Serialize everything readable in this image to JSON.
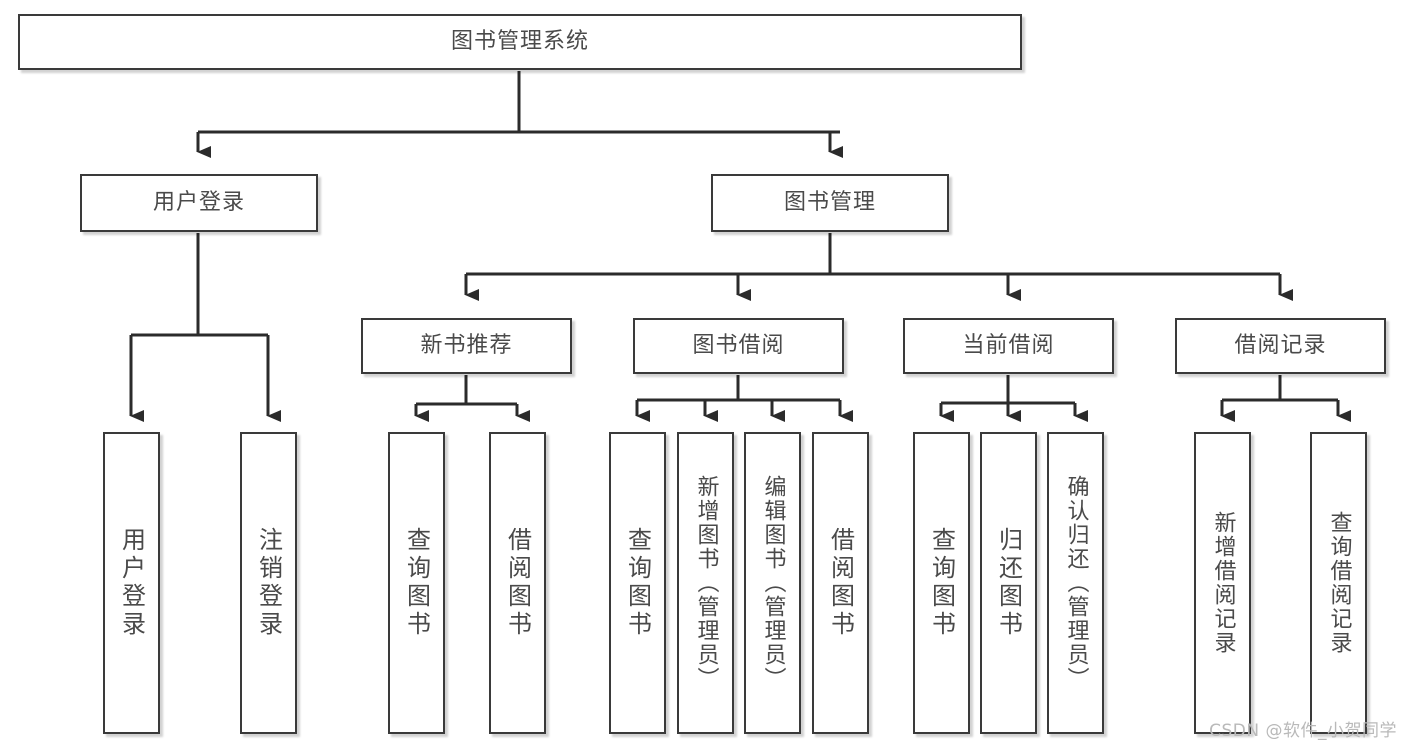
{
  "diagram": {
    "title": "图书管理系统",
    "type": "tree",
    "watermark": "CSDN @软件_小贺同学",
    "colors": {
      "background": "#ffffff",
      "box_border": "#3a3a3a",
      "box_fill": "#ffffff",
      "text": "#4a4a4a",
      "connector": "#2b2b2b",
      "watermark": "#b9b9b9"
    },
    "root": {
      "label": "图书管理系统"
    },
    "level2": [
      {
        "id": "user-login",
        "label": "用户登录"
      },
      {
        "id": "book-manage",
        "label": "图书管理"
      }
    ],
    "level3": [
      {
        "id": "new-book-rec",
        "label": "新书推荐",
        "parent": "book-manage"
      },
      {
        "id": "book-borrow",
        "label": "图书借阅",
        "parent": "book-manage"
      },
      {
        "id": "current-borrow",
        "label": "当前借阅",
        "parent": "book-manage"
      },
      {
        "id": "borrow-record",
        "label": "借阅记录",
        "parent": "book-manage"
      }
    ],
    "leaves": [
      {
        "id": "leaf-user-login",
        "label": "用户登录",
        "parent": "user-login"
      },
      {
        "id": "leaf-user-logout",
        "label": "注销登录",
        "parent": "user-login"
      },
      {
        "id": "leaf-query-book-rec",
        "label": "查询图书",
        "parent": "new-book-rec"
      },
      {
        "id": "leaf-borrow-book-rec",
        "label": "借阅图书",
        "parent": "new-book-rec"
      },
      {
        "id": "leaf-query-book-borrow",
        "label": "查询图书",
        "parent": "book-borrow"
      },
      {
        "id": "leaf-add-book",
        "label": "新增图书（管理员）",
        "parent": "book-borrow"
      },
      {
        "id": "leaf-edit-book",
        "label": "编辑图书（管理员）",
        "parent": "book-borrow"
      },
      {
        "id": "leaf-borrow-book",
        "label": "借阅图书",
        "parent": "book-borrow"
      },
      {
        "id": "leaf-query-book-current",
        "label": "查询图书",
        "parent": "current-borrow"
      },
      {
        "id": "leaf-return-book",
        "label": "归还图书",
        "parent": "current-borrow"
      },
      {
        "id": "leaf-confirm-return",
        "label": "确认归还（管理员）",
        "parent": "current-borrow"
      },
      {
        "id": "leaf-add-record",
        "label": "新增借阅记录",
        "parent": "borrow-record"
      },
      {
        "id": "leaf-query-record",
        "label": "查询借阅记录",
        "parent": "borrow-record"
      }
    ]
  }
}
